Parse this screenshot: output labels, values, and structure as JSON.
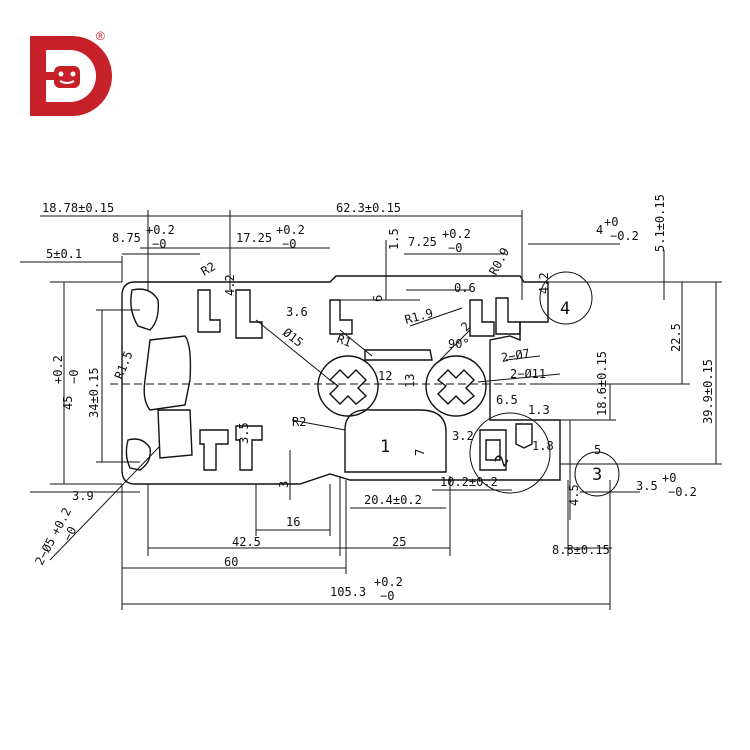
{
  "brand": {
    "registered_mark": "®",
    "colors": {
      "logo_red": "#c62028",
      "line": "#111111",
      "background": "#ffffff"
    }
  },
  "dimensions": {
    "top_18_78": "18.78±0.15",
    "top_62_3": "62.3±0.15",
    "tol_8_75": "8.75",
    "tol_8_75_sup": "+0.2",
    "tol_8_75_sub": "−0",
    "tol_17_25": "17.25",
    "tol_17_25_sup": "+0.2",
    "tol_17_25_sub": "−0",
    "tol_7_25": "7.25",
    "tol_7_25_sup": "+0.2",
    "tol_7_25_sub": "−0",
    "tol_4": "4",
    "tol_4_sup": "+0",
    "tol_4_sub": "−0.2",
    "d_5_1": "5.1±0.15",
    "d_5": "5±0.1",
    "d_1_5": "1.5",
    "r_0_9": "R0.9",
    "r_2_top": "R2",
    "d_4_2_left": "4.2",
    "d_6": "6",
    "d_0_6": "0.6",
    "d_4_2_right": "4.2",
    "d_3_6": "3.6",
    "r_1_9": "R1.9",
    "phi_15": "Ø15",
    "r_1": "R1",
    "d_2": "2",
    "angle_90": "90°",
    "phi_7": "2−Ø7",
    "phi_11": "2−Ø11",
    "d_12": "12",
    "d_13": "13",
    "r_1_5": "R1.5",
    "d_34": "34±0.15",
    "tol_45": "45",
    "tol_45_sup": "+0.2",
    "tol_45_sub": "−0",
    "d_22_5": "22.5",
    "d_39_9": "39.9±0.15",
    "d_18_6": "18.6±0.15",
    "d_6_5": "6.5",
    "d_1_3": "1.3",
    "d_3_2": "3.2",
    "d_1_8": "1.8",
    "d_7": "7",
    "r_2_mid": "R2",
    "d_3_5_mid": "3.5",
    "d_3": "3",
    "d_10_2": "10.2±0.2",
    "d_20_4": "20.4±0.2",
    "d_5_small": "5",
    "tol_3_5": "3.5",
    "tol_3_5_sup": "+0",
    "tol_3_5_sub": "−0.2",
    "d_3_9": "3.9",
    "d_16": "16",
    "d_4_5": "4.5",
    "tol_hole": "2−Ø5",
    "tol_hole_sup": "+0.2",
    "tol_hole_sub": "−0",
    "d_42_5": "42.5",
    "d_25": "25",
    "d_8_8": "8.8±0.15",
    "d_60": "60",
    "tol_105_3": "105.3",
    "tol_105_3_sup": "+0.2",
    "tol_105_3_sub": "−0"
  },
  "detail_labels": {
    "d1": "1",
    "d2": "2",
    "d3": "3",
    "d4": "4"
  }
}
